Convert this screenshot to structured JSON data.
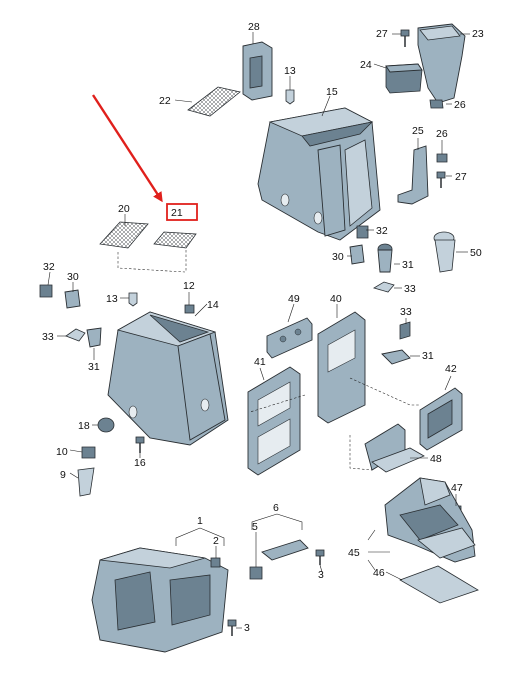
{
  "callouts": [
    {
      "id": "c28",
      "text": "28"
    },
    {
      "id": "c27a",
      "text": "27"
    },
    {
      "id": "c23",
      "text": "23"
    },
    {
      "id": "c24",
      "text": "24"
    },
    {
      "id": "c26a",
      "text": "26"
    },
    {
      "id": "c13a",
      "text": "13"
    },
    {
      "id": "c22",
      "text": "22"
    },
    {
      "id": "c15",
      "text": "15"
    },
    {
      "id": "c25",
      "text": "25"
    },
    {
      "id": "c26b",
      "text": "26"
    },
    {
      "id": "c27b",
      "text": "27"
    },
    {
      "id": "c20",
      "text": "20"
    },
    {
      "id": "c21",
      "text": "21"
    },
    {
      "id": "c32a",
      "text": "32"
    },
    {
      "id": "c30a",
      "text": "30"
    },
    {
      "id": "c31a",
      "text": "31"
    },
    {
      "id": "c50",
      "text": "50"
    },
    {
      "id": "c33a",
      "text": "33"
    },
    {
      "id": "c32b",
      "text": "32"
    },
    {
      "id": "c30b",
      "text": "30"
    },
    {
      "id": "c13b",
      "text": "13"
    },
    {
      "id": "c12",
      "text": "12"
    },
    {
      "id": "c14",
      "text": "14"
    },
    {
      "id": "c49",
      "text": "49"
    },
    {
      "id": "c40",
      "text": "40"
    },
    {
      "id": "c33b",
      "text": "33"
    },
    {
      "id": "c33c",
      "text": "33"
    },
    {
      "id": "c31b",
      "text": "31"
    },
    {
      "id": "c31c",
      "text": "31"
    },
    {
      "id": "c41",
      "text": "41"
    },
    {
      "id": "c42",
      "text": "42"
    },
    {
      "id": "c18",
      "text": "18"
    },
    {
      "id": "c10",
      "text": "10"
    },
    {
      "id": "c16",
      "text": "16"
    },
    {
      "id": "c9",
      "text": "9"
    },
    {
      "id": "c48",
      "text": "48"
    },
    {
      "id": "c47",
      "text": "47"
    },
    {
      "id": "c1",
      "text": "1"
    },
    {
      "id": "c6",
      "text": "6"
    },
    {
      "id": "c2",
      "text": "2"
    },
    {
      "id": "c5",
      "text": "5"
    },
    {
      "id": "c45",
      "text": "45"
    },
    {
      "id": "c3a",
      "text": "3"
    },
    {
      "id": "c46",
      "text": "46"
    },
    {
      "id": "c3b",
      "text": "3"
    }
  ],
  "highlight": {
    "callout": "21",
    "color": "#e0201c"
  },
  "colors": {
    "part": "#9db2c0",
    "outline": "#2a2f33",
    "arrow": "#e0201c"
  }
}
